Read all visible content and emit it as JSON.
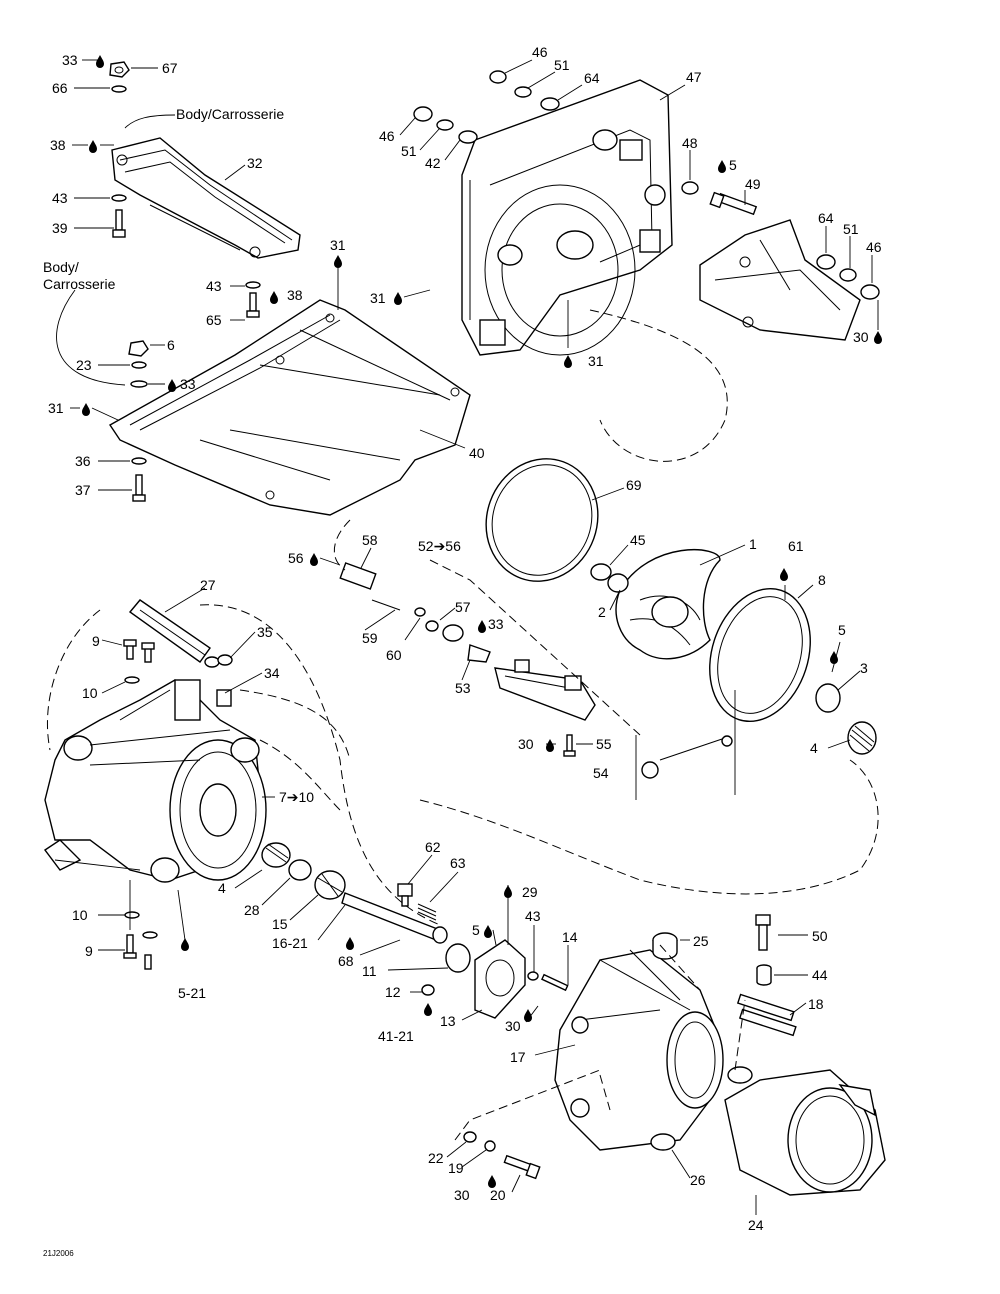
{
  "labels": {
    "body_carrosserie_1": "Body/Carrosserie",
    "body_1": "Body/",
    "carrosserie_2": "Carrosserie",
    "n1": "1",
    "n2": "2",
    "n3": "3",
    "n4a": "4",
    "n4b": "4",
    "n5a": "5",
    "n5b": "5",
    "n5c": "5",
    "n5_21": "5-21",
    "n6": "6",
    "n7_10": "7➔10",
    "n8": "8",
    "n9a": "9",
    "n9b": "9",
    "n10a": "10",
    "n10b": "10",
    "n11": "11",
    "n12": "12",
    "n13": "13",
    "n14": "14",
    "n15": "15",
    "n16_21": "16-21",
    "n17": "17",
    "n18": "18",
    "n19": "19",
    "n20": "20",
    "n22": "22",
    "n23": "23",
    "n24": "24",
    "n25": "25",
    "n26": "26",
    "n27": "27",
    "n28": "28",
    "n29": "29",
    "n30a": "30",
    "n30b": "30",
    "n30c": "30",
    "n30d": "30",
    "n31a": "31",
    "n31b": "31",
    "n31c": "31",
    "n31d": "31",
    "n32": "32",
    "n33a": "33",
    "n33b": "33",
    "n33c": "33",
    "n34": "34",
    "n35": "35",
    "n36": "36",
    "n37": "37",
    "n38a": "38",
    "n38b": "38",
    "n39": "39",
    "n40": "40",
    "n41_21": "41-21",
    "n42": "42",
    "n43a": "43",
    "n43b": "43",
    "n43c": "43",
    "n44": "44",
    "n45": "45",
    "n46a": "46",
    "n46b": "46",
    "n46c": "46",
    "n47": "47",
    "n48": "48",
    "n49": "49",
    "n50": "50",
    "n51a": "51",
    "n51b": "51",
    "n51c": "51",
    "n52_56": "52➔56",
    "n53": "53",
    "n54": "54",
    "n55": "55",
    "n56": "56",
    "n57": "57",
    "n58": "58",
    "n59": "59",
    "n60": "60",
    "n61": "61",
    "n62": "62",
    "n63": "63",
    "n64a": "64",
    "n64b": "64",
    "n65": "65",
    "n66": "66",
    "n67": "67",
    "n68": "68",
    "n69": "69",
    "code": "21J2006"
  }
}
